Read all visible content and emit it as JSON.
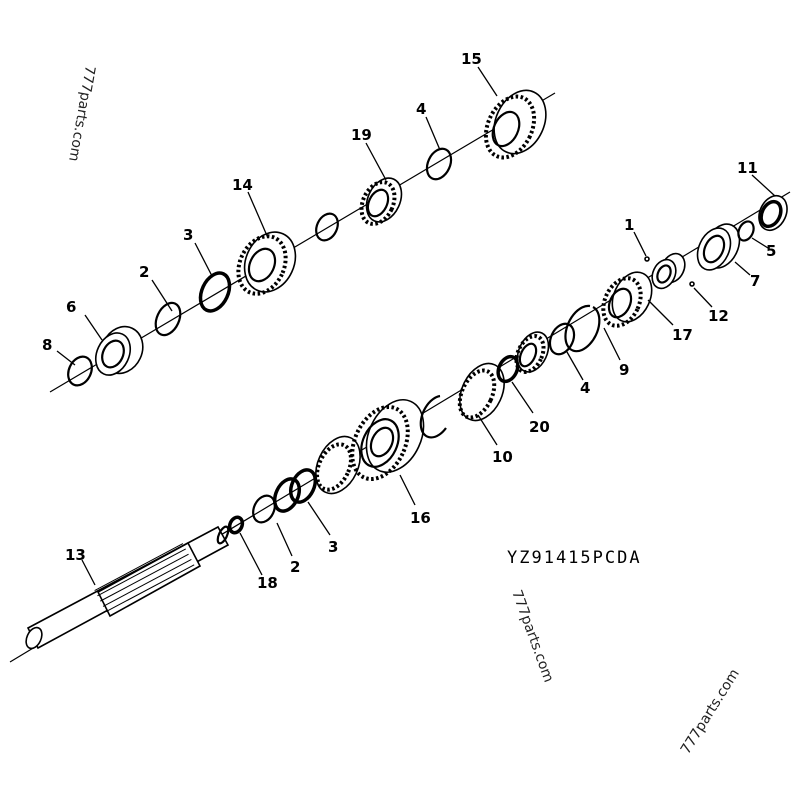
{
  "diagram": {
    "type": "exploded-parts-diagram",
    "subject": "transmission shaft assembly",
    "drawing_code": "YZ91415PCDA",
    "watermarks": [
      "777parts.com",
      "777parts.com",
      "777parts.com"
    ],
    "upper_shaft_callouts": [
      {
        "id": "8",
        "label": "8"
      },
      {
        "id": "6",
        "label": "6"
      },
      {
        "id": "2",
        "label": "2"
      },
      {
        "id": "3",
        "label": "3"
      },
      {
        "id": "14",
        "label": "14"
      },
      {
        "id": "19",
        "label": "19"
      },
      {
        "id": "4",
        "label": "4"
      },
      {
        "id": "15",
        "label": "15"
      }
    ],
    "lower_shaft_callouts": [
      {
        "id": "13",
        "label": "13"
      },
      {
        "id": "18",
        "label": "18"
      },
      {
        "id": "2",
        "label": "2"
      },
      {
        "id": "3",
        "label": "3"
      },
      {
        "id": "16",
        "label": "16"
      },
      {
        "id": "10",
        "label": "10"
      },
      {
        "id": "20",
        "label": "20"
      },
      {
        "id": "4",
        "label": "4"
      },
      {
        "id": "9",
        "label": "9"
      },
      {
        "id": "17",
        "label": "17"
      },
      {
        "id": "1",
        "label": "1"
      },
      {
        "id": "12",
        "label": "12"
      },
      {
        "id": "7",
        "label": "7"
      },
      {
        "id": "5",
        "label": "5"
      },
      {
        "id": "11",
        "label": "11"
      }
    ]
  }
}
